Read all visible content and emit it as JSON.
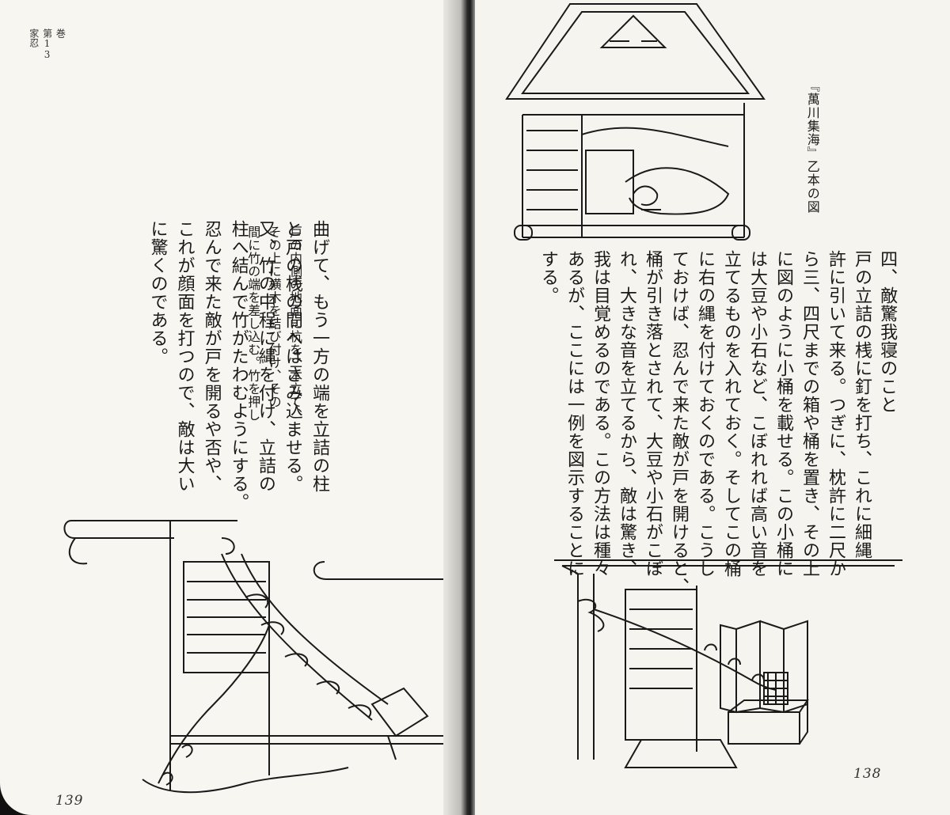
{
  "left_page": {
    "running_head": "巻\n第13\n家忍",
    "note_text": "戸の内側の地面に杭を二本立て、\nその上に横木を結び付け、その\n間に竹の端を差し込む。竹を押し",
    "body_text": "曲げて、もう一方の端を立詰の柱\nと戸の桟の間へはさみ込ませる。\n又、竹の中程に縄を付け、立詰の\n柱へ結んで竹がたわむようにする。\n忍んで来た敵が戸を開るや否や、\nこれが顔面を打つので、敵は大い\nに驚くのである。",
    "page_number": "139"
  },
  "right_page": {
    "caption": "『萬川集海』乙本の図",
    "section_heading": "四、敵驚我寝のこと",
    "body_text": "戸の立詰の桟に釘を打ち、これに細縄\n許に引いて来る。つぎに、枕許に二尺か\nら三、四尺までの箱や桶を置き、その上\nに図のように小桶を載せる。この小桶に\nは大豆や小石など、こぼれれば高い音を\n立てるものを入れておく。そしてこの桶\nに右の縄を付けておくのである。こうし\nておけば、忍んで来た敵が戸を開けると、\n桶が引き落とされて、大豆や小石がこぼ\nれ、大きな音を立てるから、敵は驚き、\n我は目覚めるのである。この方法は種々\nあるが、ここには一例を図示することに\nする。",
    "page_number": "138"
  }
}
